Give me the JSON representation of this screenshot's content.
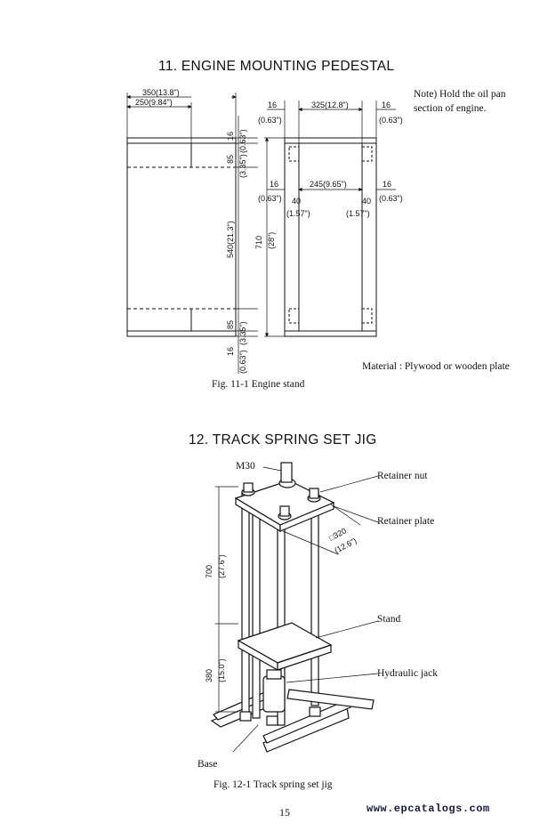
{
  "section11": {
    "title": "11.  ENGINE MOUNTING PEDESTAL",
    "note_line1": "Note)  Hold the oil pan",
    "note_line2": "section of  engine.",
    "material": "Material : Plywood or wooden plate",
    "caption": "Fig. 11-1    Engine stand",
    "dims": {
      "d350": "350(13.8\")",
      "d250": "250(9.84\")",
      "d16a": "16",
      "d063a": "(0.63\")",
      "d85a": "85",
      "d335a": "(3.35\")",
      "d540": "540(21.3\")",
      "d85b": "85",
      "d335b": "(3.35\")",
      "d16b": "16",
      "d063b": "(0.63\")",
      "d16_left": "16",
      "d063_left": "(0.63\")",
      "d325": "325(12.8\")",
      "d16_right": "16",
      "d063_right": "(0.63\")",
      "d16_inl": "16",
      "d063_inl": "(0.63\")",
      "d245": "245(9.65\")",
      "d16_inr": "16",
      "d063_inr": "(0.63\")",
      "d40a": "40",
      "d157a": "(1.57\")",
      "d40b": "40",
      "d157b": "(1.57\")",
      "d710": "710",
      "d28": "(28\")"
    }
  },
  "section12": {
    "title": "12.  TRACK SPRING SET JIG",
    "caption": "Fig. 12-1    Track spring set jig",
    "labels": {
      "m30": "M30",
      "retainer_nut": "Retainer nut",
      "retainer_plate": "Retainer plate",
      "stand": "Stand",
      "hydraulic_jack": "Hydraulic jack",
      "base": "Base"
    },
    "dims": {
      "d320": "□320",
      "d126": "(12.6\")",
      "d700": "700",
      "d276": "(27.6\")",
      "d380": "380",
      "d150": "(15.0\")"
    }
  },
  "footer": {
    "page_number": "15",
    "watermark": "www.epcatalogs.com"
  }
}
